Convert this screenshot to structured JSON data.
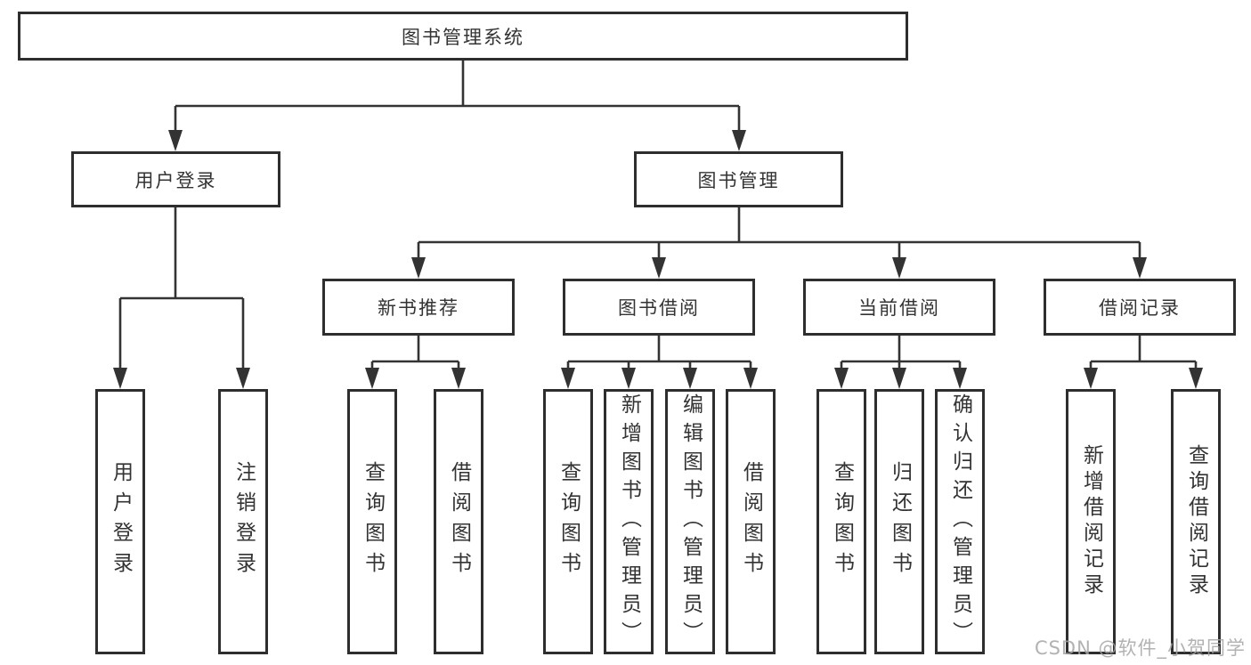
{
  "diagram": {
    "title": "图书管理系统",
    "colors": {
      "line": "#333333",
      "border": "#2e2e2e",
      "text": "#333333",
      "background": "#ffffff",
      "watermark": "#a5a5a5"
    },
    "root": {
      "label": "图书管理系统"
    },
    "level2": [
      {
        "label": "用户登录"
      },
      {
        "label": "图书管理"
      }
    ],
    "level3": [
      {
        "label": "新书推荐"
      },
      {
        "label": "图书借阅"
      },
      {
        "label": "当前借阅"
      },
      {
        "label": "借阅记录"
      }
    ],
    "leaves": {
      "login": [
        {
          "label": "用户登录"
        },
        {
          "label": "注销登录"
        }
      ],
      "recommend": [
        {
          "label": "查询图书"
        },
        {
          "label": "借阅图书"
        }
      ],
      "borrow": [
        {
          "label": "查询图书"
        },
        {
          "label": "新增图书（管理员）"
        },
        {
          "label": "编辑图书（管理员）"
        },
        {
          "label": "借阅图书"
        }
      ],
      "current": [
        {
          "label": "查询图书"
        },
        {
          "label": "归还图书"
        },
        {
          "label": "确认归还（管理员）"
        }
      ],
      "records": [
        {
          "label": "新增借阅记录"
        },
        {
          "label": "查询借阅记录"
        }
      ]
    }
  },
  "watermark": {
    "text": "CSDN @软件_小贺同学"
  }
}
